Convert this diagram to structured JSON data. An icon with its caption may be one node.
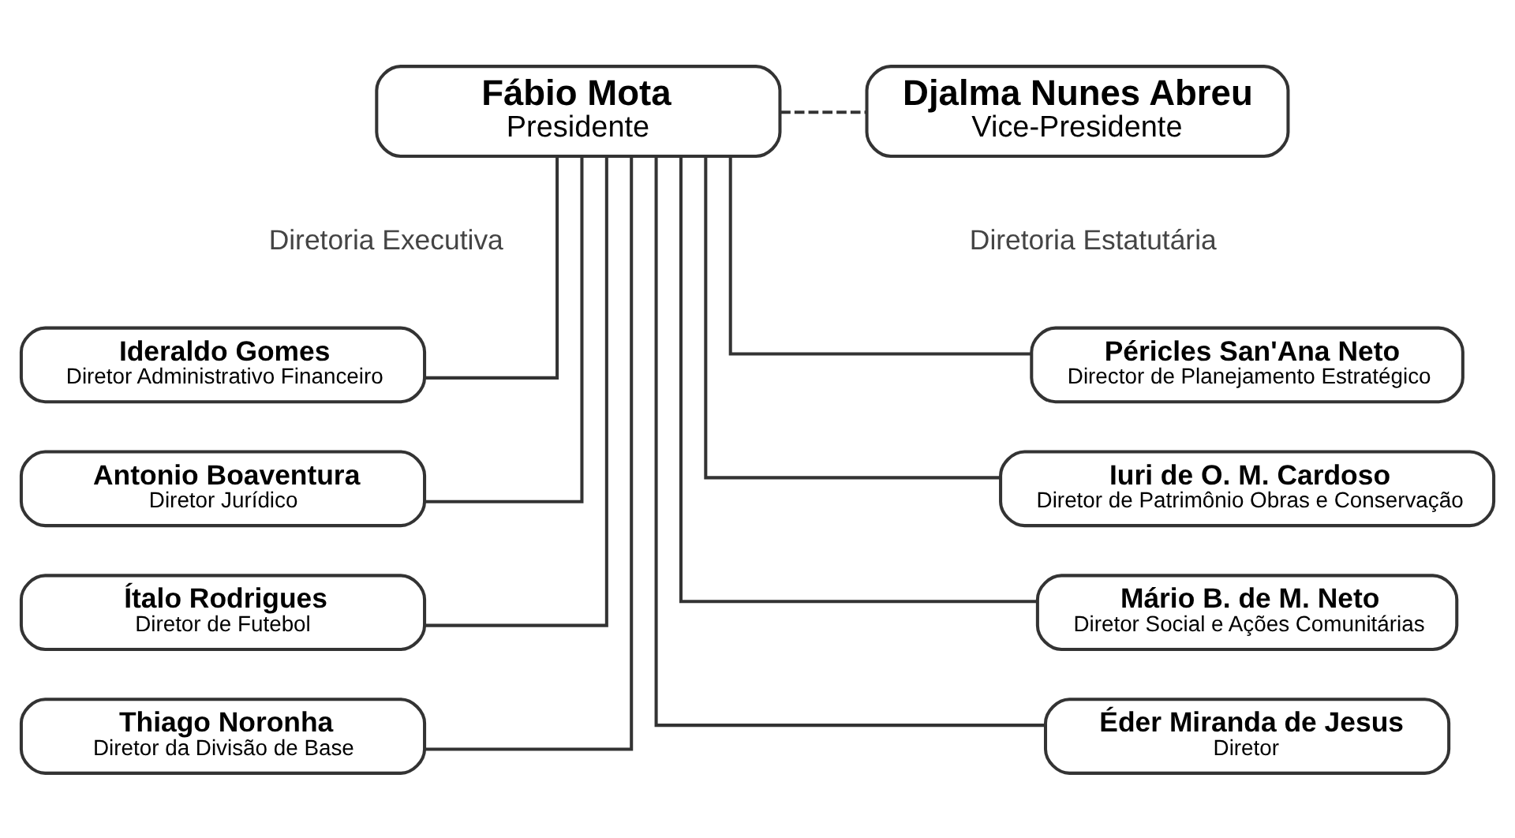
{
  "diagram": {
    "nodes": [
      {
        "text": [
          "Fábio Mota",
          "Presidente"
        ]
      },
      {
        "text": [
          "Djalma Nunes Abreu",
          "Vice-Presidente"
        ]
      },
      {
        "text": [
          "Ideraldo Gomes",
          "Diretor Administrativo Financeiro"
        ]
      },
      {
        "text": [
          "Antonio Boaventura",
          "Diretor Jurídico"
        ]
      },
      {
        "text": [
          "Ítalo Rodrigues",
          "Diretor de Futebol"
        ]
      },
      {
        "text": [
          "Thiago Noronha",
          "Diretor da Divisão de Base"
        ]
      },
      {
        "text": [
          "Péricles San'Ana Neto",
          "Director de Planejamento Estratégico"
        ]
      },
      {
        "text": [
          "Iuri de O. M. Cardoso",
          "Diretor de Patrimônio Obras e Conservação"
        ]
      },
      {
        "text": [
          "Mário B. de M. Neto",
          "Diretor Social e Ações Comunitárias"
        ]
      },
      {
        "text": [
          "Éder Miranda de Jesus",
          "Diretor"
        ]
      }
    ],
    "edges": [
      {
        "from": 0,
        "to": 1,
        "arrow": "none",
        "style": "dashed"
      },
      {
        "from": 0,
        "to": 2,
        "arrow": "none"
      },
      {
        "from": 0,
        "to": 3,
        "arrow": "none"
      },
      {
        "from": 0,
        "to": 4,
        "arrow": "none"
      },
      {
        "from": 0,
        "to": 5,
        "arrow": "none"
      },
      {
        "from": 0,
        "to": 6,
        "arrow": "none"
      },
      {
        "from": 0,
        "to": 7,
        "arrow": "none"
      },
      {
        "from": 0,
        "to": 8,
        "arrow": "none"
      },
      {
        "from": 0,
        "to": 9,
        "arrow": "none"
      }
    ],
    "labels": [
      "Diretoria Executiva",
      "Diretoria Estatutária"
    ]
  }
}
